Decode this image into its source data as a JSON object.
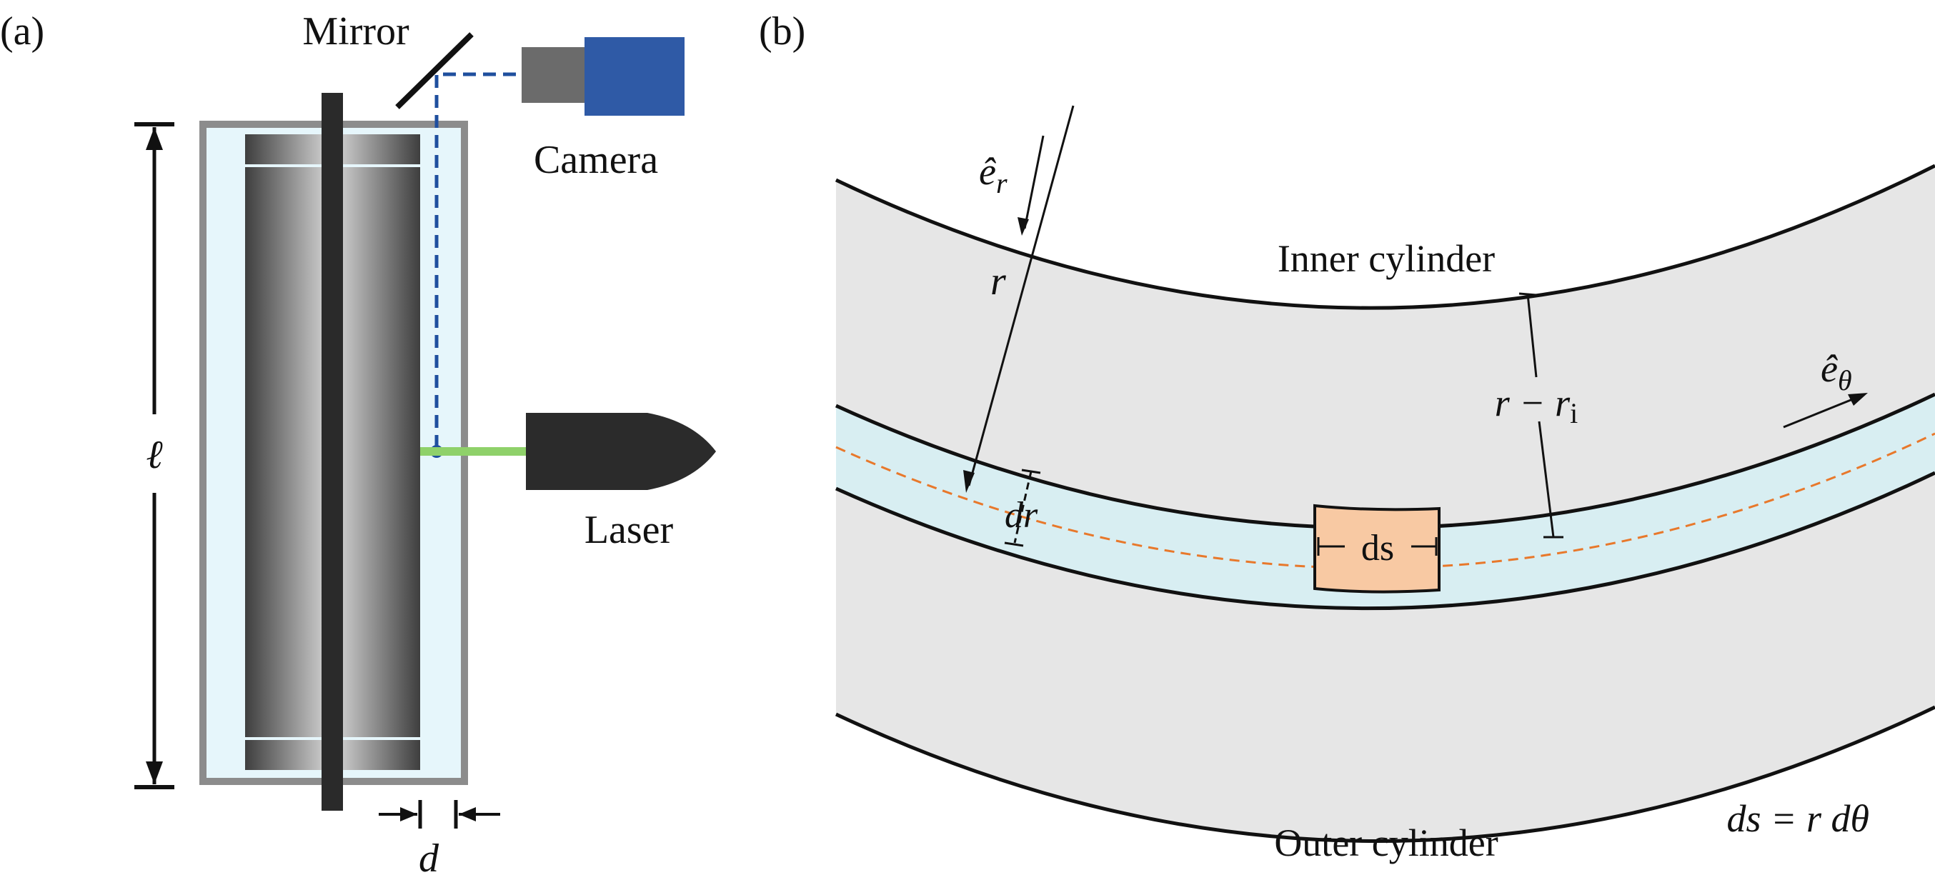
{
  "panel_a": {
    "tag": "(a)",
    "mirror_label": "Mirror",
    "camera_label": "Camera",
    "laser_label": "Laser",
    "length_label": "ℓ",
    "gap_label": "d",
    "colors": {
      "frame": "#8c8c8c",
      "fluid": "#e6f6fb",
      "rod": "#2a2a2a",
      "camera_body": "#2f5aa6",
      "camera_lens": "#6b6b6b",
      "laser_body": "#2b2b2b",
      "laser_beam": "#8fd16a",
      "optical_path": "#1f4f9e"
    }
  },
  "panel_b": {
    "tag": "(b)",
    "inner_cylinder_label": "Inner cylinder",
    "outer_cylinder_label": "Outer cylinder",
    "er_label": "ê",
    "er_sub": "r",
    "etheta_label": "ê",
    "etheta_sub": "θ",
    "r_label": "r",
    "dr_label": "dr",
    "ds_label": "ds",
    "r_minus_ri_label": "r − r",
    "r_minus_ri_sub": "i",
    "relation_label": "ds = r dθ",
    "colors": {
      "gap": "#e6e6e6",
      "shell": "#d8eef2",
      "element": "#f8c9a3",
      "midline": "#e8782b"
    }
  }
}
